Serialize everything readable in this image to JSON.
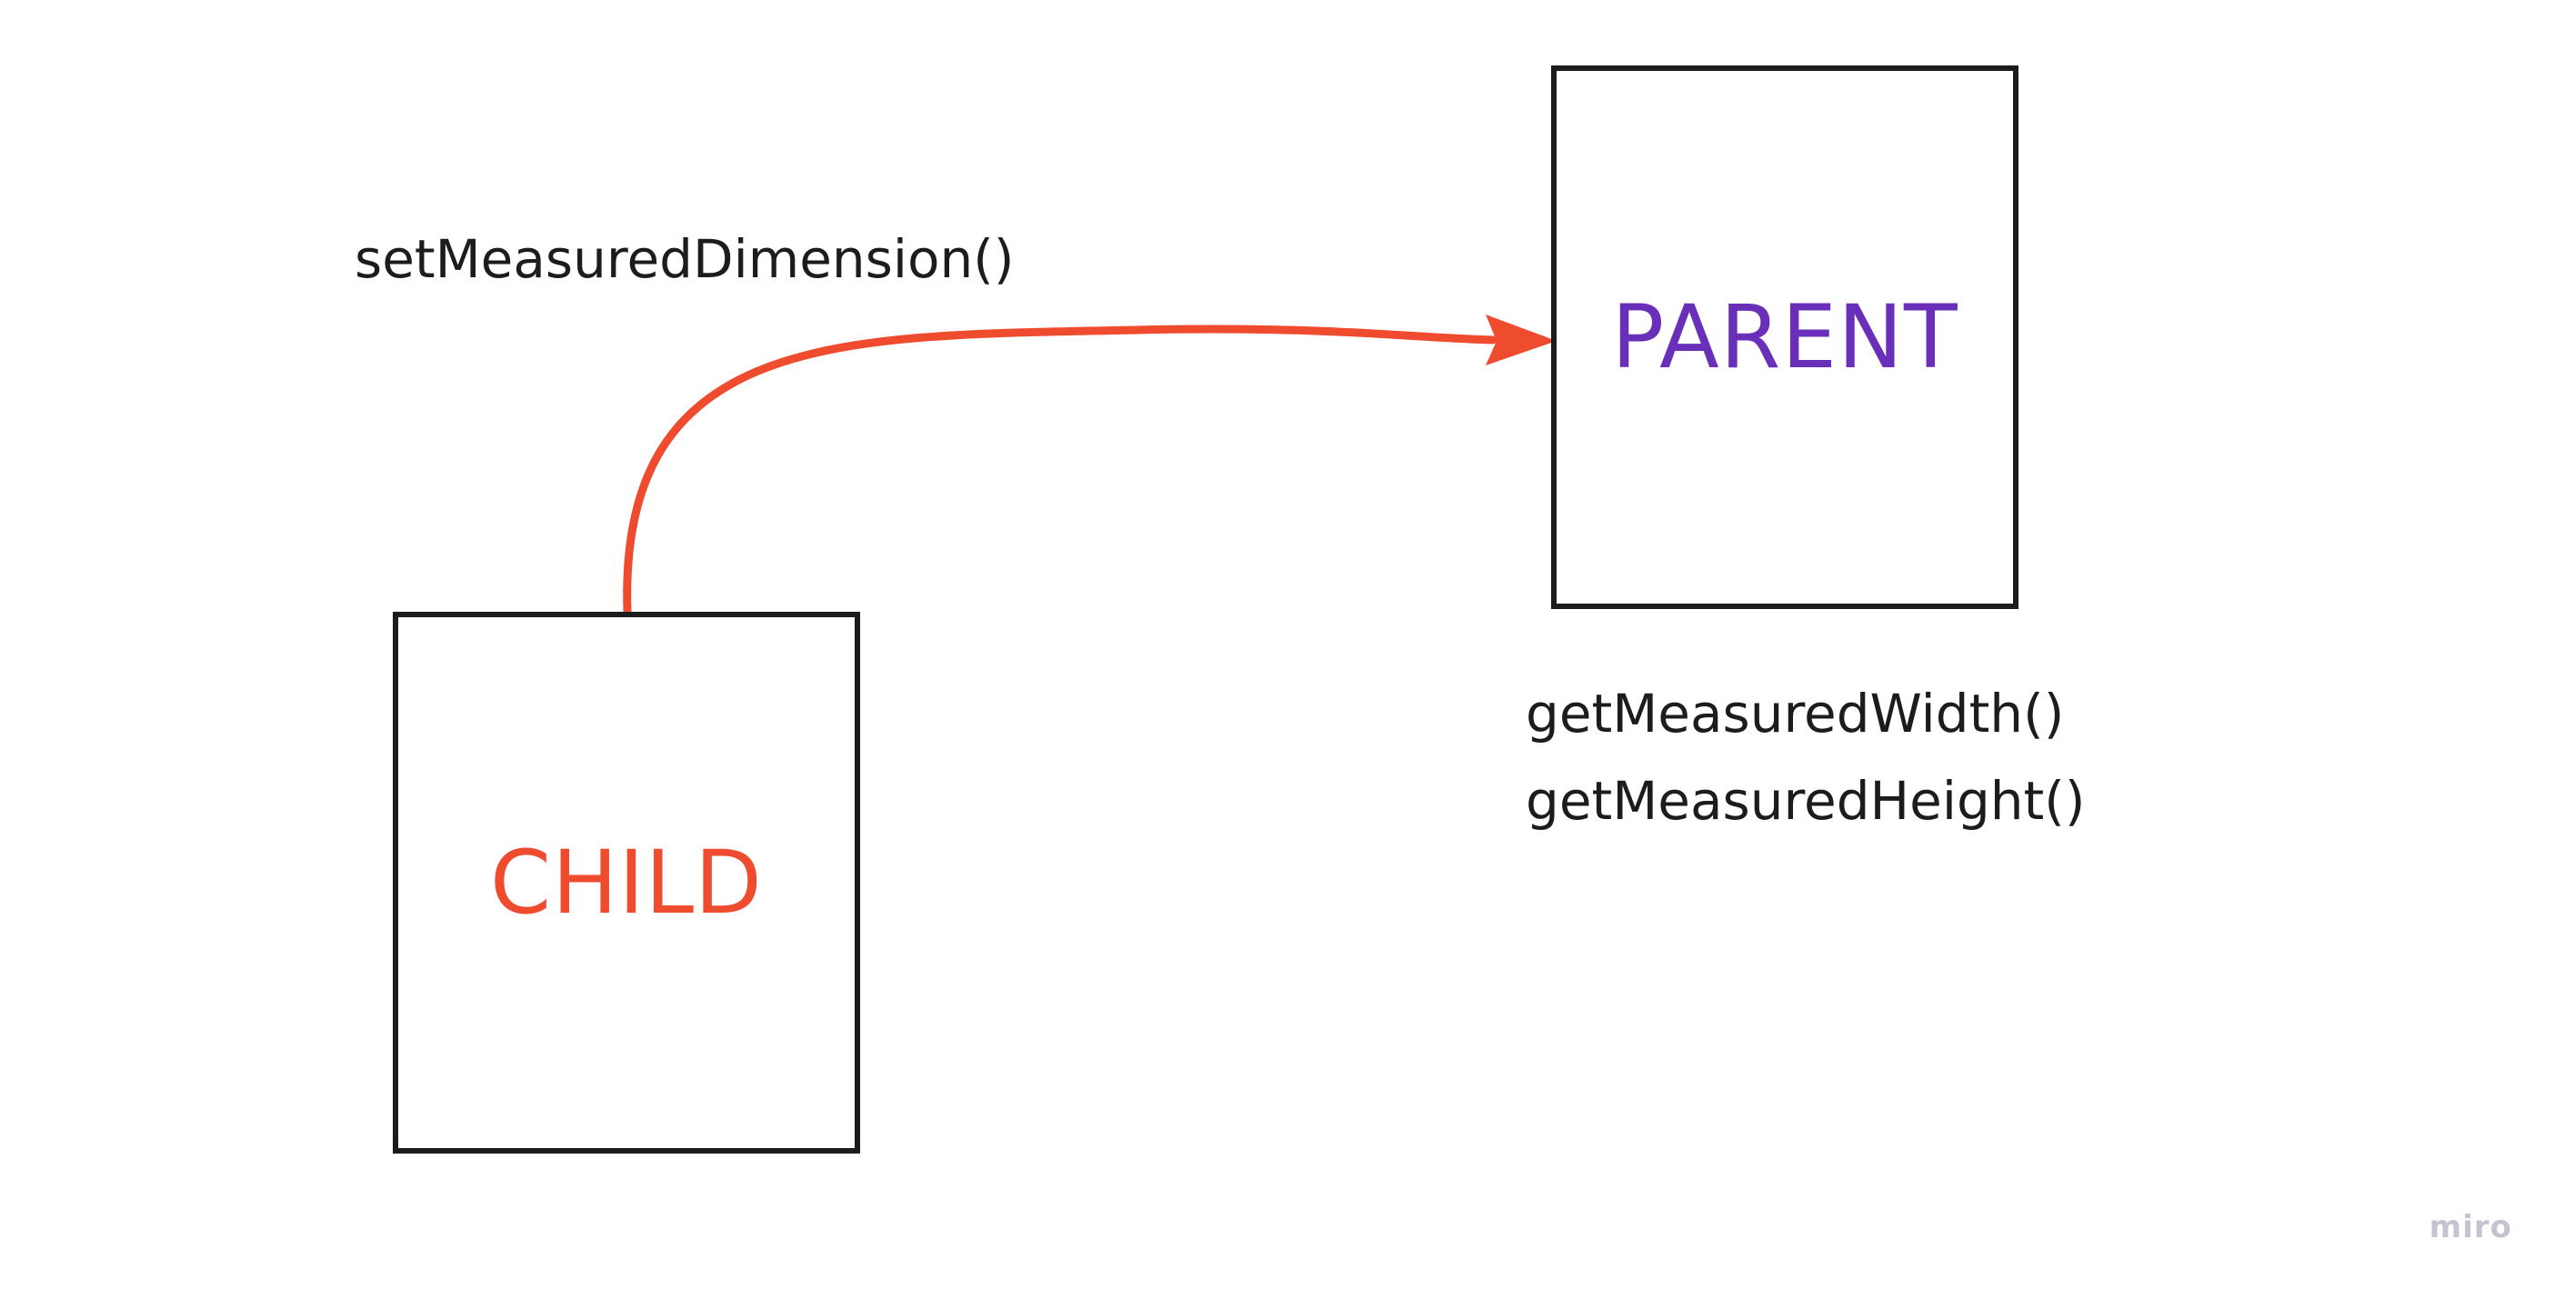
{
  "diagram": {
    "child_label": "CHILD",
    "parent_label": "PARENT",
    "arrow_caption": "setMeasuredDimension()",
    "parent_methods": [
      "getMeasuredWidth()",
      "getMeasuredHeight()"
    ],
    "watermark": "miro"
  },
  "colors": {
    "arrow": "#ef4b2f",
    "child_text": "#ef4b2f",
    "parent_text": "#6a2fb8",
    "box_border": "#1c1c1c",
    "text": "#1c1c1c"
  }
}
